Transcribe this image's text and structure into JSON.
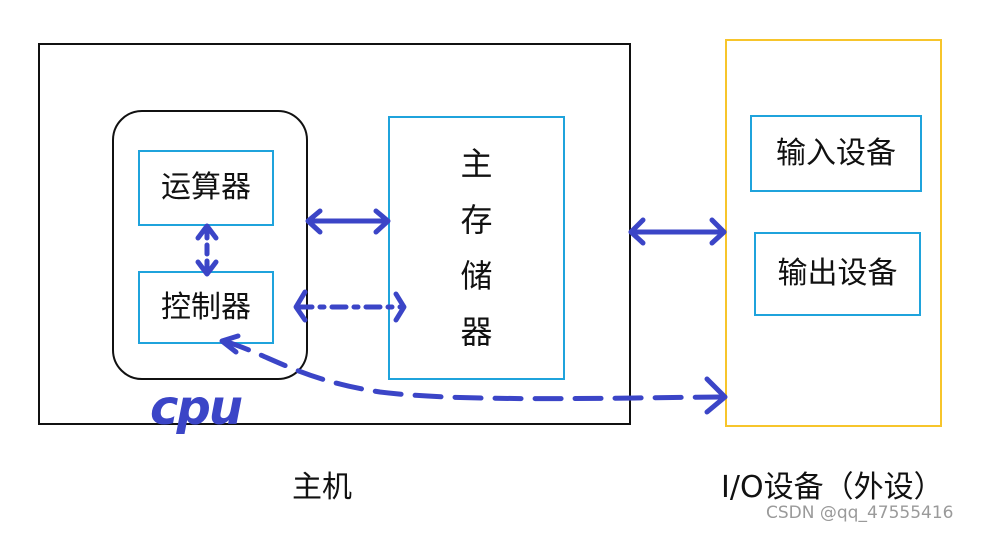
{
  "host": {
    "label": "主机",
    "cpu": {
      "label": "cpu",
      "alu": "运算器",
      "control_unit": "控制器"
    },
    "memory_chars": [
      "主",
      "存",
      "储",
      "器"
    ]
  },
  "io": {
    "label": "I/O设备（外设）",
    "input_device": "输入设备",
    "output_device": "输出设备"
  },
  "watermark": "CSDN @qq_47555416",
  "colors": {
    "box_border": "#111111",
    "component_border": "#1fa3dc",
    "io_border": "#f7c52b",
    "arrow": "#3b45c7"
  }
}
